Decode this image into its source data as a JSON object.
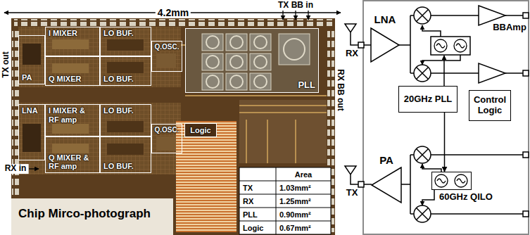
{
  "diagram": {
    "caption": "Chip Mirco-photograph",
    "nodes": [
      {
        "text": [
          "PA"
        ]
      },
      {
        "text": [
          "I MIXER"
        ]
      },
      {
        "text": [
          "LO BUF."
        ]
      },
      {
        "text": [
          "Q MIXER"
        ]
      },
      {
        "text": [
          "LO BUF."
        ]
      },
      {
        "text": [
          "Q.OSC."
        ]
      },
      {
        "text": [
          "PLL"
        ]
      },
      {
        "text": [
          "LNA"
        ]
      },
      {
        "text": [
          "I MIXER & RF amp"
        ]
      },
      {
        "text": [
          "LO BUF."
        ]
      },
      {
        "text": [
          "Q MIXER & RF amp"
        ]
      },
      {
        "text": [
          "LO BUF."
        ]
      },
      {
        "text": [
          "Q.OSC."
        ]
      },
      {
        "text": [
          "Logic"
        ]
      },
      {
        "text": [
          "LNA"
        ]
      },
      {
        "text": [
          "BBAmp"
        ]
      },
      {
        "text": [
          "20GHz PLL"
        ]
      },
      {
        "text": [
          "Control Logic"
        ]
      },
      {
        "text": [
          "PA"
        ]
      },
      {
        "text": [
          "60GHz QILO"
        ]
      }
    ],
    "edges": [
      {
        "from": 16,
        "to": 19,
        "arrow": "to"
      }
    ],
    "labels": [
      "4.2mm",
      "TX BB in",
      "TX out",
      "RX in",
      "RX BB out",
      "Area",
      "TX",
      "1.03mm²",
      "RX",
      "1.25mm²",
      "PLL",
      "0.90mm²",
      "Logic",
      "0.67mm²",
      "RX",
      "TX"
    ]
  }
}
